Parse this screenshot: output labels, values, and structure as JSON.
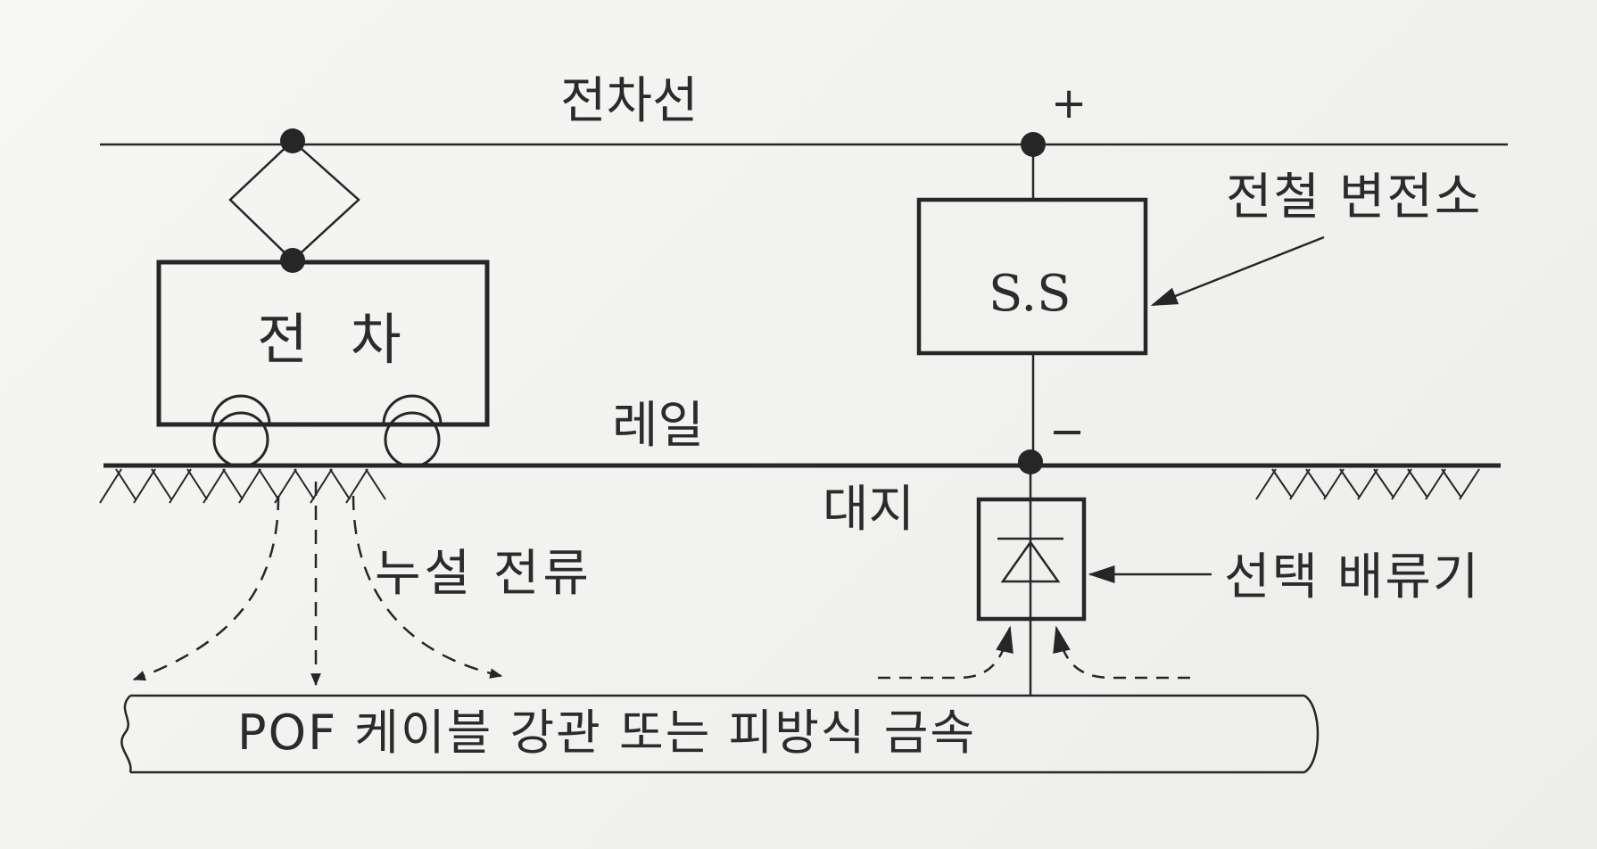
{
  "labels": {
    "trolley_wire": "전차선",
    "plus_sign": "+",
    "minus_sign": "−",
    "substation_name": "전철 변전소",
    "substation_box": "S.S",
    "tram": "전 차",
    "rail": "레일",
    "earth": "대지",
    "stray_current": "누설 전류",
    "drainage": "선택 배류기",
    "pipe": "POF 케이블 강관 또는 피방식 금속"
  },
  "icons": {
    "pantograph": "pantograph-icon",
    "wheel": "wheel-icon",
    "diode": "diode-icon",
    "ground": "ground-hatch-icon"
  },
  "colors": {
    "line": "#262626",
    "background": "#f4f4f2"
  }
}
